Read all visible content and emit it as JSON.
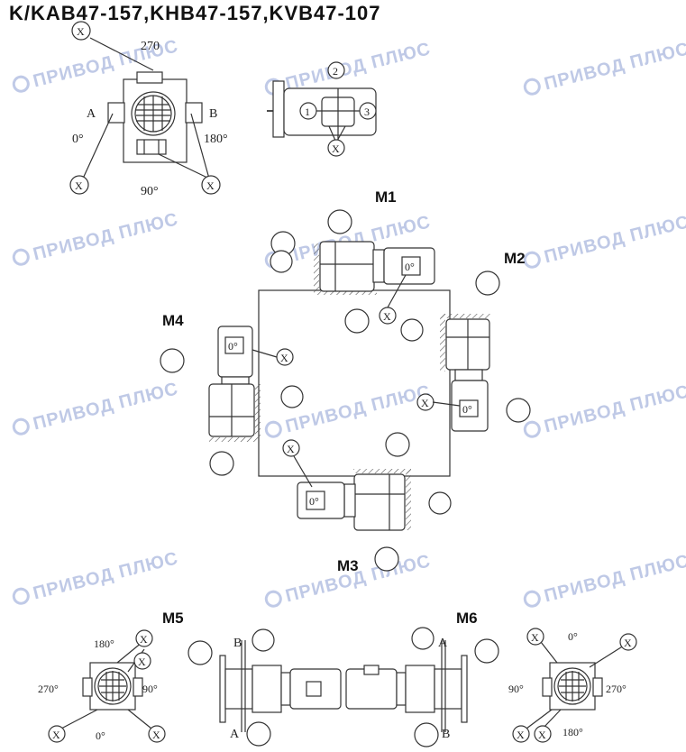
{
  "title": "K/KAB47-157,KHB47-157,KVB47-107",
  "watermark": "ПРИВОД ПЛЮС",
  "mounting_positions": [
    "M1",
    "M2",
    "M3",
    "M4",
    "M5",
    "M6"
  ],
  "angles": {
    "a0": "0°",
    "a90": "90°",
    "a180": "180°",
    "a270": "270°",
    "top_270": "270",
    "top_180": "180°"
  },
  "side_labels": {
    "a": "A",
    "b": "B"
  },
  "marker": "X",
  "numbers": [
    "1",
    "2",
    "3"
  ],
  "motor_angle": "0°"
}
